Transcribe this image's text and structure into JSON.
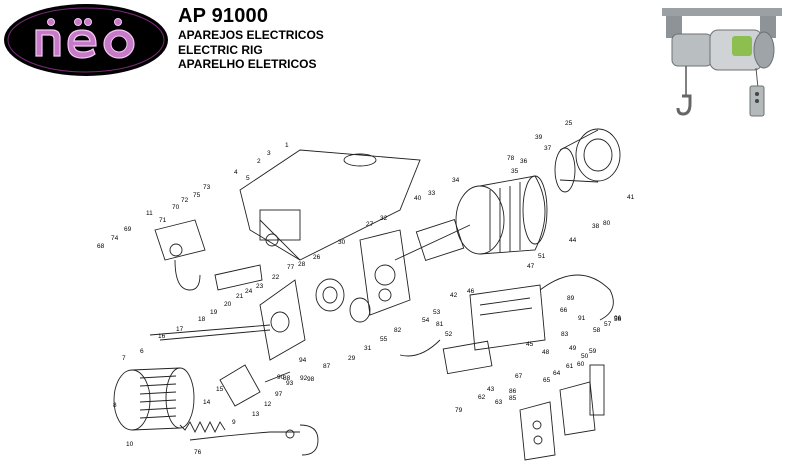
{
  "brand": {
    "logo_text": "nèo"
  },
  "header": {
    "model": "AP 91000",
    "subtitles": [
      "APAREJOS ELECTRICOS",
      "ELECTRIC RIG",
      "APARELHO ELETRICOS"
    ]
  },
  "part_labels": [
    "1",
    "2",
    "3",
    "4",
    "5",
    "6",
    "7",
    "8",
    "9",
    "10",
    "11",
    "12",
    "13",
    "14",
    "15",
    "16",
    "17",
    "18",
    "19",
    "20",
    "21",
    "22",
    "23",
    "24",
    "25",
    "26",
    "27",
    "28",
    "29",
    "30",
    "31",
    "32",
    "33",
    "34",
    "35",
    "36",
    "37",
    "38",
    "39",
    "40",
    "41",
    "42",
    "43",
    "44",
    "45",
    "46",
    "47",
    "48",
    "49",
    "50",
    "51",
    "52",
    "53",
    "54",
    "55",
    "56",
    "57",
    "58",
    "59",
    "60",
    "61",
    "62",
    "63",
    "64",
    "65",
    "66",
    "67",
    "68",
    "69",
    "70",
    "71",
    "72",
    "73",
    "74",
    "75",
    "76",
    "77",
    "78",
    "79",
    "80",
    "81",
    "82",
    "83",
    "85",
    "86",
    "87",
    "88",
    "89",
    "90",
    "91",
    "92",
    "93",
    "94",
    "96",
    "97",
    "98"
  ]
}
